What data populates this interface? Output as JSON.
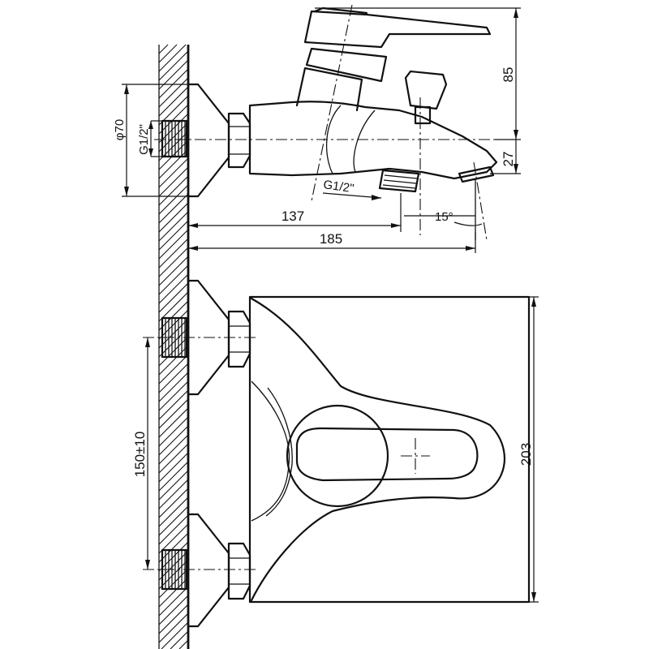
{
  "dimensions": {
    "height_top": "85",
    "spout_offset": "27",
    "depth_inlet": "137",
    "depth_total": "185",
    "thread_wall": "G1/2\"",
    "thread_outlet": "G1/2\"",
    "diameter": "φ70",
    "spout_angle": "15°",
    "inlet_spacing": "150±10",
    "body_height": "203"
  }
}
